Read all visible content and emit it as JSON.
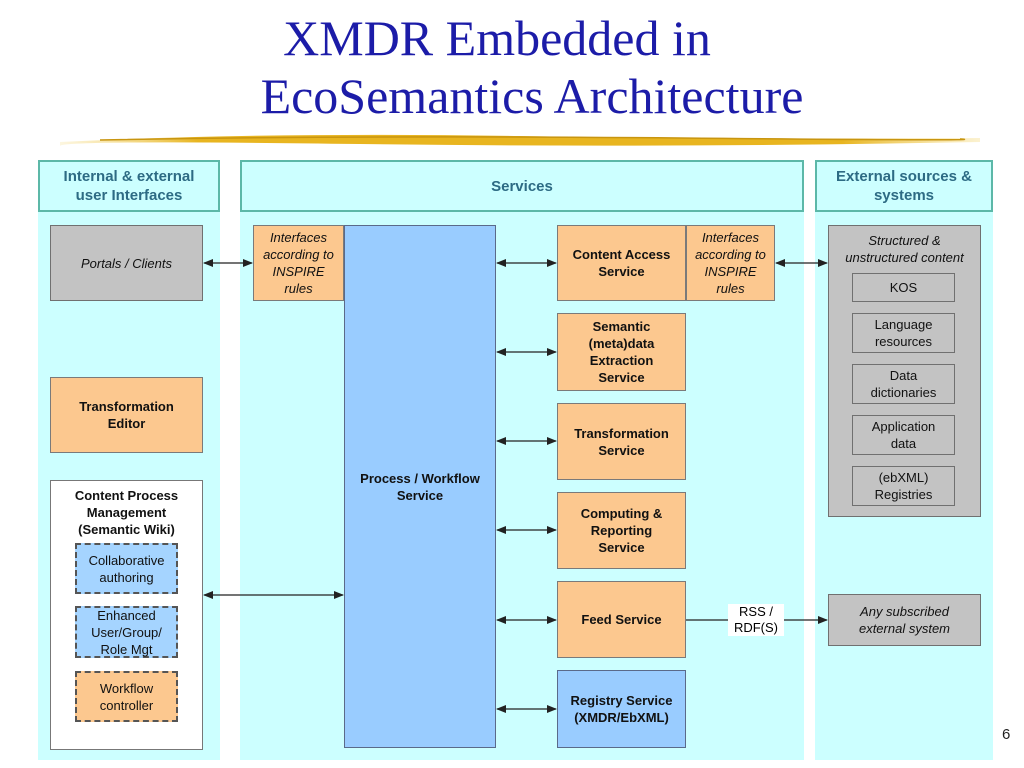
{
  "title": {
    "line1": "XMDR Embedded in",
    "line2": "EcoSemantics Architecture"
  },
  "columns": {
    "left_header": "Internal & external\nuser Interfaces",
    "center_header": "Services",
    "right_header": "External sources &\nsystems"
  },
  "left": {
    "portals": "Portals / Clients",
    "transformation_editor": "Transformation\nEditor",
    "cpm_title": "Content Process\nManagement\n(Semantic Wiki)",
    "collaborative": "Collaborative\nauthoring",
    "enhanced": "Enhanced\nUser/Group/\nRole Mgt",
    "workflow": "Workflow\ncontroller"
  },
  "center": {
    "interfaces_left": "Interfaces\naccording to\nINSPIRE\nrules",
    "process": "Process / Workflow\nService",
    "content_access": "Content Access\nService",
    "interfaces_right": "Interfaces\naccording to\nINSPIRE\nrules",
    "semantic": "Semantic\n(meta)data\nExtraction\nService",
    "transformation": "Transformation\nService",
    "computing": "Computing &\nReporting\nService",
    "feed": "Feed Service",
    "registry": "Registry Service\n(XMDR/EbXML)",
    "rss_label": "RSS /\nRDF(S)"
  },
  "right": {
    "structured": "Structured &\nunstructured content",
    "kos": "KOS",
    "language": "Language\nresources",
    "data_dict": "Data\ndictionaries",
    "app_data": "Application\ndata",
    "registries": "(ebXML)\nRegistries",
    "subscribed": "Any subscribed\nexternal system"
  },
  "page_number": "6",
  "colors": {
    "title": "#1c1ca8",
    "column_bg": "#ccffff",
    "orange": "#fcc88f",
    "blue": "#99ccff",
    "gray": "#c3c3c3"
  }
}
